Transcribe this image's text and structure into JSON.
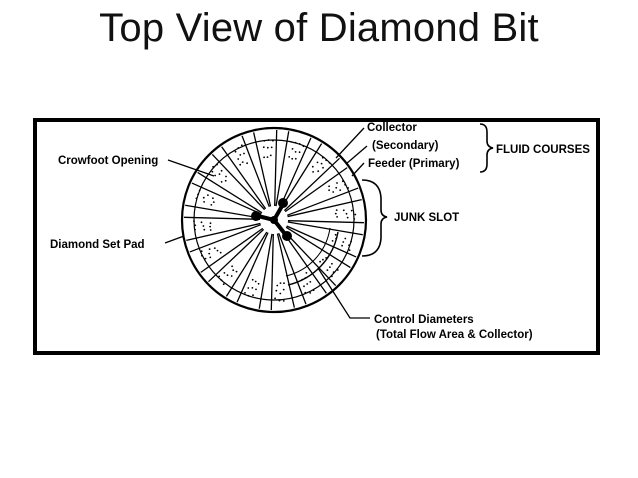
{
  "slide": {
    "title": "Top View of Diamond Bit"
  },
  "diagram": {
    "labels": {
      "collector": "Collector",
      "secondary": "(Secondary)",
      "feeder": "Feeder (Primary)",
      "fluid_courses": "FLUID COURSES",
      "junk_slot": "JUNK SLOT",
      "crowfoot_opening": "Crowfoot Opening",
      "diamond_set_pad": "Diamond Set Pad",
      "control_diameters": "Control Diameters",
      "total_flow_area": "(Total Flow Area & Collector)"
    },
    "colors": {
      "line": "#000000",
      "background": "#ffffff"
    }
  }
}
